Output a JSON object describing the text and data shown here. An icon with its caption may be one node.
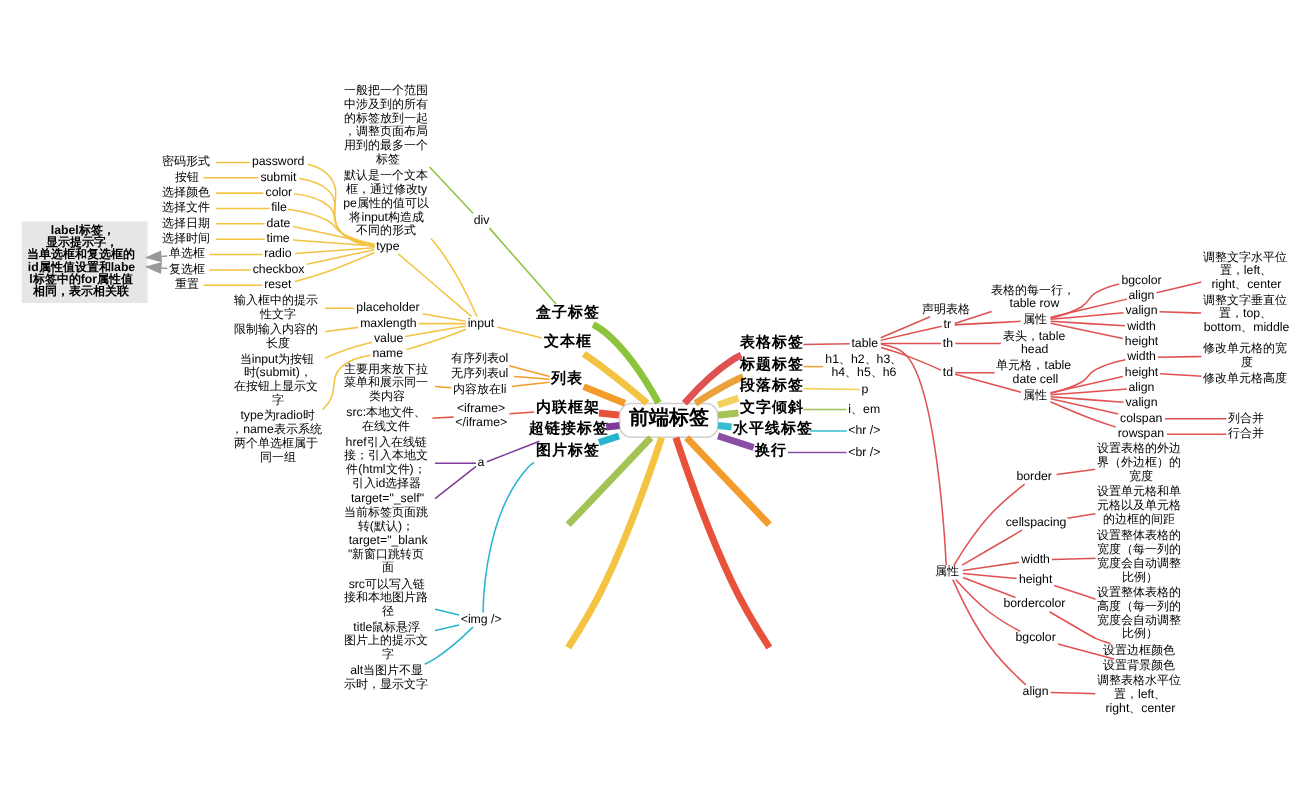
{
  "diagram": {
    "nodes": [
      {
        "text": [
          "前端标签"
        ]
      },
      {
        "text": [
          "盒子标签"
        ]
      },
      {
        "text": [
          "div"
        ]
      },
      {
        "text": [
          "一般把一个范围中涉及到的所有的标签放到一起，调整页面布局用到的最多一个标签"
        ]
      },
      {
        "text": [
          "文本框"
        ]
      },
      {
        "text": [
          "input"
        ]
      },
      {
        "text": [
          "默认是一个文本框，通过修改type属性的值可以将input构造成不同的形式"
        ]
      },
      {
        "text": [
          "type"
        ]
      },
      {
        "text": [
          "password"
        ]
      },
      {
        "text": [
          "密码形式"
        ]
      },
      {
        "text": [
          "submit"
        ]
      },
      {
        "text": [
          "按钮"
        ]
      },
      {
        "text": [
          "color"
        ]
      },
      {
        "text": [
          "选择颜色"
        ]
      },
      {
        "text": [
          "file"
        ]
      },
      {
        "text": [
          "选择文件"
        ]
      },
      {
        "text": [
          "date"
        ]
      },
      {
        "text": [
          "选择日期"
        ]
      },
      {
        "text": [
          "time"
        ]
      },
      {
        "text": [
          "选择时间"
        ]
      },
      {
        "text": [
          "radio"
        ]
      },
      {
        "text": [
          "单选框"
        ]
      },
      {
        "text": [
          "checkbox"
        ]
      },
      {
        "text": [
          "复选框"
        ]
      },
      {
        "text": [
          "reset"
        ]
      },
      {
        "text": [
          "重置"
        ]
      },
      {
        "text": [
          "placeholder"
        ]
      },
      {
        "text": [
          "输入框中的提示性文字"
        ]
      },
      {
        "text": [
          "maxlength"
        ]
      },
      {
        "text": [
          "限制输入内容的长度"
        ]
      },
      {
        "text": [
          "value"
        ]
      },
      {
        "text": [
          "当input为按钮时(submit)，在按钮上显示文字"
        ]
      },
      {
        "text": [
          "name"
        ]
      },
      {
        "text": [
          "type为radio时，name表示系统两个单选框属于同一组"
        ]
      },
      {
        "text": [
          "label标签，显示提示字，当单选框和复选框的id属性值设置和label标签中的for属性值相同，表示相关联"
        ]
      },
      {
        "text": [
          "列表"
        ]
      },
      {
        "text": [
          "有序列表ol"
        ]
      },
      {
        "text": [
          "无序列表ul"
        ]
      },
      {
        "text": [
          "内容放在li"
        ]
      },
      {
        "text": [
          "主要用来放下拉菜单和展示同一类内容"
        ]
      },
      {
        "text": [
          "内联框架"
        ]
      },
      {
        "text": [
          "<iframe></iframe>"
        ]
      },
      {
        "text": [
          "src:本地文件、在线文件"
        ]
      },
      {
        "text": [
          "超链接标签"
        ]
      },
      {
        "text": [
          "a"
        ]
      },
      {
        "text": [
          "href引入在线链接；引入本地文件(html文件)；引入id选择器"
        ]
      },
      {
        "text": [
          "target=\"_self\"当前标签页面跳转(默认)；target=\"_blank\"新窗口跳转页面"
        ]
      },
      {
        "text": [
          "图片标签"
        ]
      },
      {
        "text": [
          "<img />"
        ]
      },
      {
        "text": [
          "src可以写入链接和本地图片路径"
        ]
      },
      {
        "text": [
          "title鼠标悬浮图片上的提示文字"
        ]
      },
      {
        "text": [
          "alt当图片不显示时，显示文字"
        ]
      },
      {
        "text": [
          "表格标签"
        ]
      },
      {
        "text": [
          "table"
        ]
      },
      {
        "text": [
          "声明表格"
        ]
      },
      {
        "text": [
          "tr"
        ]
      },
      {
        "text": [
          "表格的每一行，table row"
        ]
      },
      {
        "text": [
          "属性"
        ]
      },
      {
        "text": [
          "bgcolor"
        ]
      },
      {
        "text": [
          "align"
        ]
      },
      {
        "text": [
          "调整文字水平位置，left、right、center"
        ]
      },
      {
        "text": [
          "valign"
        ]
      },
      {
        "text": [
          "调整文字垂直位置，top、bottom、middle"
        ]
      },
      {
        "text": [
          "width"
        ]
      },
      {
        "text": [
          "height"
        ]
      },
      {
        "text": [
          "th"
        ]
      },
      {
        "text": [
          "表头，table head"
        ]
      },
      {
        "text": [
          "td"
        ]
      },
      {
        "text": [
          "单元格，table date cell"
        ]
      },
      {
        "text": [
          "属性"
        ]
      },
      {
        "text": [
          "width"
        ]
      },
      {
        "text": [
          "修改单元格的宽度"
        ]
      },
      {
        "text": [
          "height"
        ]
      },
      {
        "text": [
          "修改单元格高度"
        ]
      },
      {
        "text": [
          "align"
        ]
      },
      {
        "text": [
          "valign"
        ]
      },
      {
        "text": [
          "colspan"
        ]
      },
      {
        "text": [
          "列合并"
        ]
      },
      {
        "text": [
          "rowspan"
        ]
      },
      {
        "text": [
          "行合并"
        ]
      },
      {
        "text": [
          "属性"
        ]
      },
      {
        "text": [
          "border"
        ]
      },
      {
        "text": [
          "设置表格的外边界（外边框）的宽度"
        ]
      },
      {
        "text": [
          "cellspacing"
        ]
      },
      {
        "text": [
          "设置单元格和单元格以及单元格的边框的间距"
        ]
      },
      {
        "text": [
          "width"
        ]
      },
      {
        "text": [
          "设置整体表格的宽度（每一列的宽度会自动调整比例）"
        ]
      },
      {
        "text": [
          "height"
        ]
      },
      {
        "text": [
          "设置整体表格的高度（每一列的宽度会自动调整比例）"
        ]
      },
      {
        "text": [
          "bordercolor"
        ]
      },
      {
        "text": [
          "设置边框颜色"
        ]
      },
      {
        "text": [
          "bgcolor"
        ]
      },
      {
        "text": [
          "设置背景颜色"
        ]
      },
      {
        "text": [
          "align"
        ]
      },
      {
        "text": [
          "调整表格水平位置，left、right、center"
        ]
      },
      {
        "text": [
          "标题标签"
        ]
      },
      {
        "text": [
          "h1、h2、h3、h4、h5、h6"
        ]
      },
      {
        "text": [
          "段落标签"
        ]
      },
      {
        "text": [
          "p"
        ]
      },
      {
        "text": [
          "文字倾斜"
        ]
      },
      {
        "text": [
          "i、em"
        ]
      },
      {
        "text": [
          "水平线标签"
        ]
      },
      {
        "text": [
          "<hr />"
        ]
      },
      {
        "text": [
          "换行"
        ]
      },
      {
        "text": [
          "<br />"
        ]
      }
    ],
    "edges": [
      {
        "from": 1,
        "to": 0,
        "arrow": "none",
        "style": "thick",
        "color": "#8cc43c"
      },
      {
        "from": 2,
        "to": 1,
        "arrow": "none",
        "color": "#8cc43c"
      },
      {
        "from": 3,
        "to": 2,
        "arrow": "none",
        "color": "#8cc43c"
      },
      {
        "from": 4,
        "to": 0,
        "arrow": "none",
        "style": "thick",
        "color": "#f5c342"
      },
      {
        "from": 5,
        "to": 4,
        "arrow": "none",
        "color": "#f5c342"
      },
      {
        "from": 6,
        "to": 5,
        "arrow": "none",
        "color": "#f5c342"
      },
      {
        "from": 7,
        "to": 5,
        "arrow": "none",
        "color": "#f5c342"
      },
      {
        "from": 8,
        "to": 7,
        "arrow": "none",
        "color": "#f5c342"
      },
      {
        "from": 9,
        "to": 8,
        "arrow": "none",
        "color": "#f5c342"
      },
      {
        "from": 10,
        "to": 7,
        "arrow": "none",
        "color": "#f5c342"
      },
      {
        "from": 11,
        "to": 10,
        "arrow": "none",
        "color": "#f5c342"
      },
      {
        "from": 12,
        "to": 7,
        "arrow": "none",
        "color": "#f5c342"
      },
      {
        "from": 13,
        "to": 12,
        "arrow": "none",
        "color": "#f5c342"
      },
      {
        "from": 14,
        "to": 7,
        "arrow": "none",
        "color": "#f5c342"
      },
      {
        "from": 15,
        "to": 14,
        "arrow": "none",
        "color": "#f5c342"
      },
      {
        "from": 16,
        "to": 7,
        "arrow": "none",
        "color": "#f5c342"
      },
      {
        "from": 17,
        "to": 16,
        "arrow": "none",
        "color": "#f5c342"
      },
      {
        "from": 18,
        "to": 7,
        "arrow": "none",
        "color": "#f5c342"
      },
      {
        "from": 19,
        "to": 18,
        "arrow": "none",
        "color": "#f5c342"
      },
      {
        "from": 20,
        "to": 7,
        "arrow": "none",
        "color": "#f5c342"
      },
      {
        "from": 21,
        "to": 20,
        "arrow": "none",
        "color": "#f5c342"
      },
      {
        "from": 22,
        "to": 7,
        "arrow": "none",
        "color": "#f5c342"
      },
      {
        "from": 23,
        "to": 22,
        "arrow": "none",
        "color": "#f5c342"
      },
      {
        "from": 24,
        "to": 7,
        "arrow": "none",
        "color": "#f5c342"
      },
      {
        "from": 25,
        "to": 24,
        "arrow": "none",
        "color": "#f5c342"
      },
      {
        "from": 26,
        "to": 5,
        "arrow": "none",
        "color": "#f5c342"
      },
      {
        "from": 27,
        "to": 26,
        "arrow": "none",
        "color": "#f5c342"
      },
      {
        "from": 28,
        "to": 5,
        "arrow": "none",
        "color": "#f5c342"
      },
      {
        "from": 29,
        "to": 28,
        "arrow": "none",
        "color": "#f5c342"
      },
      {
        "from": 30,
        "to": 5,
        "arrow": "none",
        "color": "#f5c342"
      },
      {
        "from": 31,
        "to": 30,
        "arrow": "none",
        "color": "#f5c342"
      },
      {
        "from": 32,
        "to": 5,
        "arrow": "none",
        "color": "#f5c342"
      },
      {
        "from": 33,
        "to": 32,
        "arrow": "none",
        "color": "#f5c342"
      },
      {
        "from": 21,
        "to": 34,
        "arrow": "to",
        "color": "#999999"
      },
      {
        "from": 23,
        "to": 34,
        "arrow": "to",
        "color": "#999999"
      },
      {
        "from": 35,
        "to": 0,
        "arrow": "none",
        "style": "thick",
        "color": "#f39c2b"
      },
      {
        "from": 36,
        "to": 35,
        "arrow": "none",
        "color": "#f39c2b"
      },
      {
        "from": 37,
        "to": 35,
        "arrow": "none",
        "color": "#f39c2b"
      },
      {
        "from": 38,
        "to": 35,
        "arrow": "none",
        "color": "#f39c2b"
      },
      {
        "from": 39,
        "to": 38,
        "arrow": "none",
        "color": "#f39c2b"
      },
      {
        "from": 40,
        "to": 0,
        "arrow": "none",
        "style": "thick",
        "color": "#e8513a"
      },
      {
        "from": 41,
        "to": 40,
        "arrow": "none",
        "color": "#e8513a"
      },
      {
        "from": 42,
        "to": 41,
        "arrow": "none",
        "color": "#e8513a"
      },
      {
        "from": 43,
        "to": 0,
        "arrow": "none",
        "style": "thick",
        "color": "#7d3c98"
      },
      {
        "from": 44,
        "to": 43,
        "arrow": "none",
        "color": "#7d3c98"
      },
      {
        "from": 45,
        "to": 44,
        "arrow": "none",
        "color": "#7d3c98"
      },
      {
        "from": 46,
        "to": 44,
        "arrow": "none",
        "color": "#7d3c98"
      },
      {
        "from": 47,
        "to": 0,
        "arrow": "none",
        "style": "thick",
        "color": "#27b4cf"
      },
      {
        "from": 48,
        "to": 47,
        "arrow": "none",
        "color": "#27b4cf"
      },
      {
        "from": 49,
        "to": 48,
        "arrow": "none",
        "color": "#27b4cf"
      },
      {
        "from": 50,
        "to": 48,
        "arrow": "none",
        "color": "#27b4cf"
      },
      {
        "from": 51,
        "to": 48,
        "arrow": "none",
        "color": "#27b4cf"
      },
      {
        "from": 0,
        "to": 52,
        "arrow": "none",
        "style": "thick"
      },
      {
        "from": 52,
        "to": 53,
        "arrow": "none"
      },
      {
        "from": 53,
        "to": 54,
        "arrow": "none"
      },
      {
        "from": 53,
        "to": 55,
        "arrow": "none"
      },
      {
        "from": 55,
        "to": 56,
        "arrow": "none"
      },
      {
        "from": 55,
        "to": 57,
        "arrow": "none"
      },
      {
        "from": 57,
        "to": 58,
        "arrow": "none"
      },
      {
        "from": 57,
        "to": 59,
        "arrow": "none"
      },
      {
        "from": 59,
        "to": 60,
        "arrow": "none"
      },
      {
        "from": 57,
        "to": 61,
        "arrow": "none"
      },
      {
        "from": 61,
        "to": 62,
        "arrow": "none"
      },
      {
        "from": 57,
        "to": 63,
        "arrow": "none"
      },
      {
        "from": 57,
        "to": 64,
        "arrow": "none"
      },
      {
        "from": 53,
        "to": 65,
        "arrow": "none"
      },
      {
        "from": 65,
        "to": 66,
        "arrow": "none"
      },
      {
        "from": 53,
        "to": 67,
        "arrow": "none"
      },
      {
        "from": 67,
        "to": 68,
        "arrow": "none"
      },
      {
        "from": 67,
        "to": 69,
        "arrow": "none"
      },
      {
        "from": 69,
        "to": 70,
        "arrow": "none"
      },
      {
        "from": 70,
        "to": 71,
        "arrow": "none"
      },
      {
        "from": 69,
        "to": 72,
        "arrow": "none"
      },
      {
        "from": 72,
        "to": 73,
        "arrow": "none"
      },
      {
        "from": 69,
        "to": 74,
        "arrow": "none"
      },
      {
        "from": 69,
        "to": 75,
        "arrow": "none"
      },
      {
        "from": 69,
        "to": 76,
        "arrow": "none"
      },
      {
        "from": 76,
        "to": 77,
        "arrow": "none"
      },
      {
        "from": 69,
        "to": 78,
        "arrow": "none"
      },
      {
        "from": 78,
        "to": 79,
        "arrow": "none"
      },
      {
        "from": 53,
        "to": 80,
        "arrow": "none"
      },
      {
        "from": 80,
        "to": 81,
        "arrow": "none"
      },
      {
        "from": 81,
        "to": 82,
        "arrow": "none"
      },
      {
        "from": 80,
        "to": 83,
        "arrow": "none"
      },
      {
        "from": 83,
        "to": 84,
        "arrow": "none"
      },
      {
        "from": 80,
        "to": 85,
        "arrow": "none"
      },
      {
        "from": 85,
        "to": 86,
        "arrow": "none"
      },
      {
        "from": 80,
        "to": 87,
        "arrow": "none"
      },
      {
        "from": 87,
        "to": 88,
        "arrow": "none"
      },
      {
        "from": 80,
        "to": 89,
        "arrow": "none"
      },
      {
        "from": 89,
        "to": 90,
        "arrow": "none"
      },
      {
        "from": 80,
        "to": 91,
        "arrow": "none"
      },
      {
        "from": 91,
        "to": 92,
        "arrow": "none"
      },
      {
        "from": 80,
        "to": 93,
        "arrow": "none"
      },
      {
        "from": 93,
        "to": 94,
        "arrow": "none"
      },
      {
        "from": 0,
        "to": 95,
        "arrow": "none",
        "style": "thick",
        "color": "#e9a13b"
      },
      {
        "from": 95,
        "to": 96,
        "arrow": "none",
        "color": "#e9a13b"
      },
      {
        "from": 0,
        "to": 97,
        "arrow": "none",
        "style": "thick",
        "color": "#f2d15c"
      },
      {
        "from": 97,
        "to": 98,
        "arrow": "none",
        "color": "#f2d15c"
      },
      {
        "from": 0,
        "to": 99,
        "arrow": "none",
        "style": "thick",
        "color": "#a5c254"
      },
      {
        "from": 99,
        "to": 100,
        "arrow": "none",
        "color": "#a5c254"
      },
      {
        "from": 0,
        "to": 101,
        "arrow": "none",
        "style": "thick",
        "color": "#33bfd1"
      },
      {
        "from": 101,
        "to": 102,
        "arrow": "none",
        "color": "#33bfd1"
      },
      {
        "from": 0,
        "to": 103,
        "arrow": "none",
        "style": "thick",
        "color": "#8a4fa5"
      },
      {
        "from": 103,
        "to": 104,
        "arrow": "none",
        "color": "#8a4fa5"
      },
      {
        "from": null,
        "to": 0,
        "arrow": "none",
        "style": "thick",
        "color": "#f5c342"
      },
      {
        "from": 0,
        "to": null,
        "arrow": "none",
        "style": "thick",
        "color": "#e8513a"
      },
      {
        "from": 0,
        "to": null,
        "arrow": "none",
        "style": "thick",
        "color": "#f39c2b"
      },
      {
        "from": null,
        "to": 0,
        "arrow": "none",
        "style": "thick",
        "color": "#a5c254"
      }
    ]
  }
}
